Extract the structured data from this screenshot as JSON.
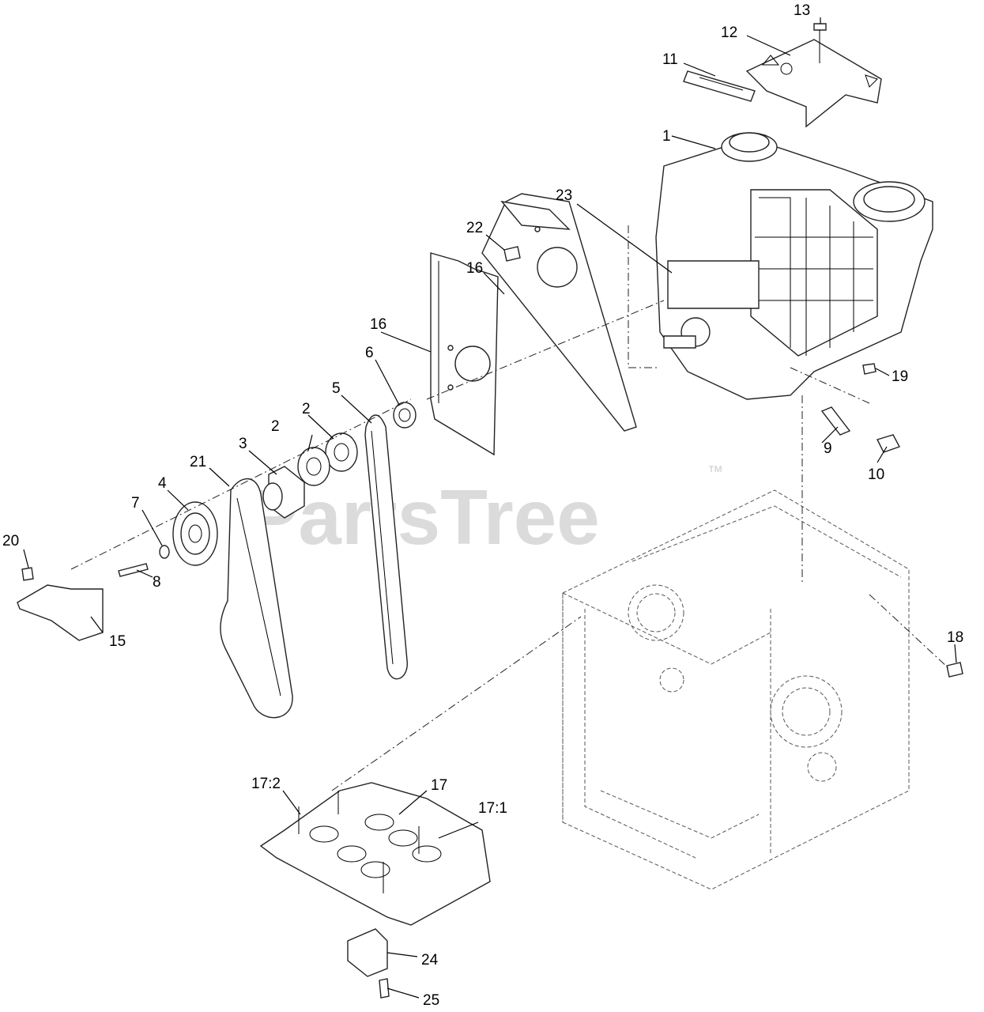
{
  "watermark": {
    "text": "PartsTree",
    "mark": "™"
  },
  "callouts": [
    "1",
    "2",
    "2",
    "3",
    "4",
    "5",
    "6",
    "7",
    "8",
    "9",
    "10",
    "11",
    "12",
    "13",
    "15",
    "16",
    "16",
    "17",
    "17:1",
    "17:2",
    "18",
    "19",
    "20",
    "21",
    "22",
    "23",
    "24",
    "25"
  ],
  "colors": {
    "ink": "#000000",
    "watermark": "#cfcfcf",
    "background": "#ffffff"
  }
}
